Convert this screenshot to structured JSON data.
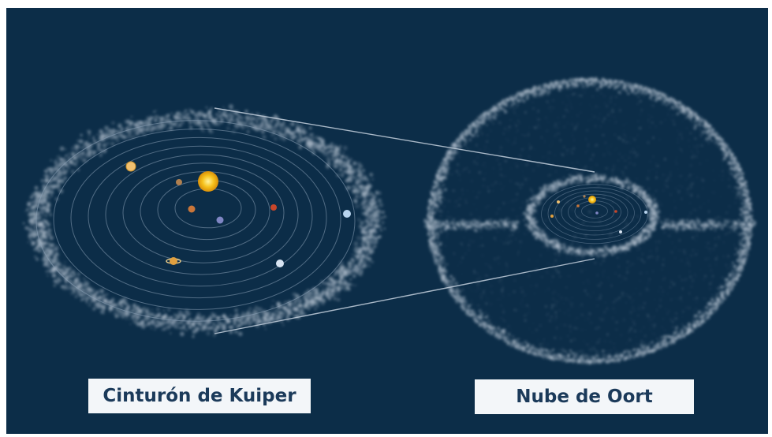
{
  "labels": {
    "kuiper": "Cinturón de Kuiper",
    "oort": "Nube de Oort"
  },
  "colors": {
    "background": "#0c2d48",
    "particles": "#b3c0ce",
    "orbits": "#8aa0b6",
    "sun": "#f6c21c",
    "label_box": "#f3f6f9",
    "label_text": "#1b3a5a"
  },
  "planets": [
    {
      "name": "sun",
      "color": "#f6c21c"
    },
    {
      "name": "mercury",
      "color": "#b08050"
    },
    {
      "name": "venus",
      "color": "#c9763a"
    },
    {
      "name": "earth",
      "color": "#7f86c4"
    },
    {
      "name": "mars",
      "color": "#c8462a"
    },
    {
      "name": "jupiter",
      "color": "#f0c070"
    },
    {
      "name": "saturn",
      "color": "#e0a040"
    },
    {
      "name": "uranus",
      "color": "#d8e4f2"
    },
    {
      "name": "neptune",
      "color": "#b9d4ee"
    }
  ]
}
